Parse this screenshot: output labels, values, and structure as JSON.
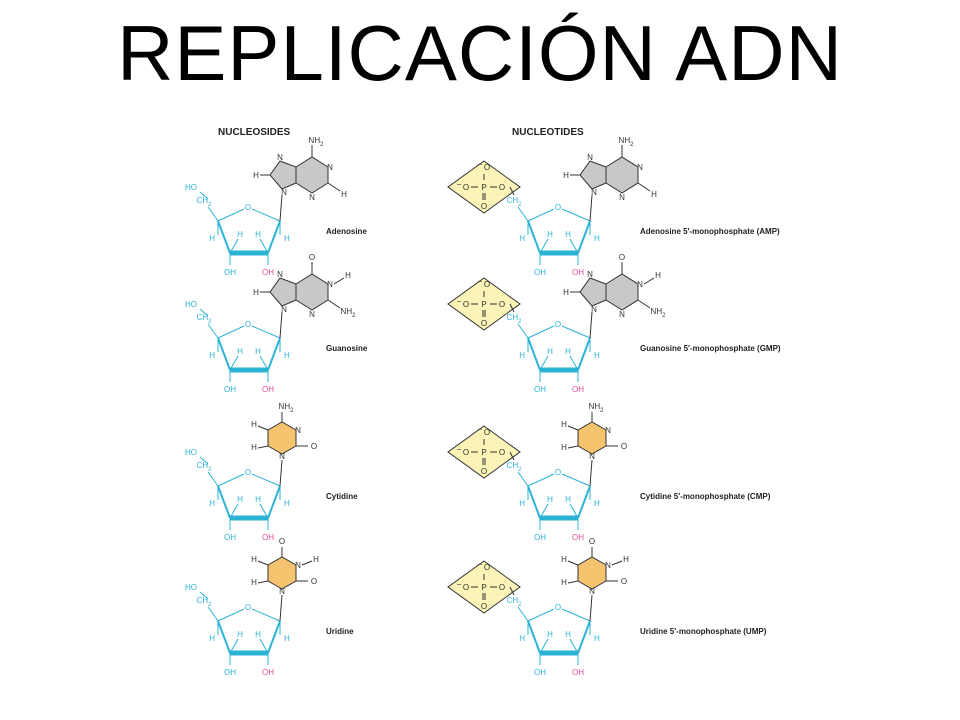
{
  "slide": {
    "title": "REPLICACIÓN ADN"
  },
  "columns": {
    "left_header": "NUCLEOSIDES",
    "right_header": "NUCLEOTIDES"
  },
  "rows": [
    {
      "base_type": "purine",
      "base_color": "#c8c8c8",
      "nucleoside_name": "Adenosine",
      "nucleotide_name": "Adenosine 5′-monophosphate (AMP)",
      "c6_substituent": "NH2",
      "n1_substituent": "",
      "c2_substituent": "H"
    },
    {
      "base_type": "purine",
      "base_color": "#c8c8c8",
      "nucleoside_name": "Guanosine",
      "nucleotide_name": "Guanosine 5′-monophosphate (GMP)",
      "c6_substituent": "O",
      "n1_substituent": "H",
      "c2_substituent": "NH2"
    },
    {
      "base_type": "pyrimidine",
      "base_color": "#f6c36f",
      "nucleoside_name": "Cytidine",
      "nucleotide_name": "Cytidine 5′-monophosphate (CMP)",
      "c4_substituent": "NH2",
      "n3_substituent": "",
      "c2_substituent": "O"
    },
    {
      "base_type": "pyrimidine",
      "base_color": "#f6c36f",
      "nucleoside_name": "Uridine",
      "nucleotide_name": "Uridine 5′-monophosphate (UMP)",
      "c4_substituent": "O",
      "n3_substituent": "H",
      "c2_substituent": "O"
    }
  ],
  "sugar_labels": {
    "ho": "HO",
    "ch2": "CH",
    "ring_o": "O",
    "h": "H",
    "oh_3": "OH",
    "oh_2": "OH"
  },
  "phosphate_labels": {
    "minus_o": "O",
    "p": "P",
    "o": "O"
  },
  "colors": {
    "sugar": "#2bb3d6",
    "hydroxyl_2prime": "#e64b9b",
    "phosphate_fill": "#fbf3b7",
    "text": "#222222"
  }
}
